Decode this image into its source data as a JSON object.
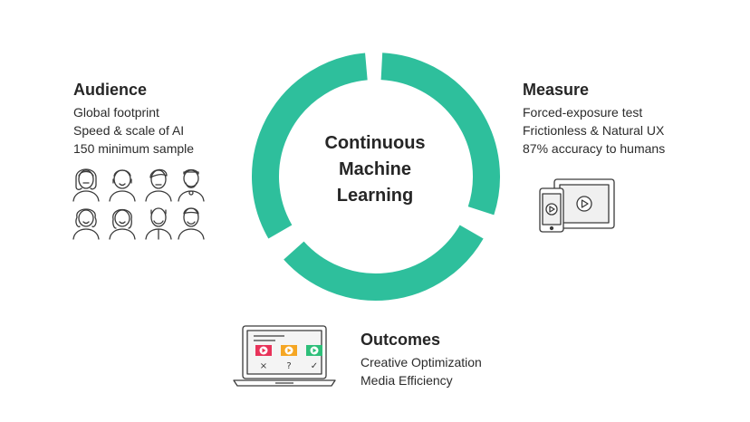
{
  "center": {
    "lines": [
      "Continuous",
      "Machine",
      "Learning"
    ]
  },
  "audience": {
    "title": "Audience",
    "lines": [
      "Global footprint",
      "Speed & scale of AI",
      "150 minimum sample"
    ]
  },
  "measure": {
    "title": "Measure",
    "lines": [
      "Forced-exposure test",
      "Frictionless & Natural UX",
      "87% accuracy to humans"
    ]
  },
  "outcomes": {
    "title": "Outcomes",
    "lines": [
      "Creative Optimization",
      "Media Efficiency"
    ],
    "laptop_marks": [
      "×",
      "?",
      "✓"
    ]
  },
  "colors": {
    "accent": "#2ebf9c",
    "icon_stroke": "#3a3a3a",
    "play_red": "#e8335a",
    "play_orange": "#f5a623",
    "play_green": "#2ebf7a"
  },
  "icons": [
    "people-grid-icon",
    "tablet-phone-video-icon",
    "laptop-video-choices-icon"
  ]
}
